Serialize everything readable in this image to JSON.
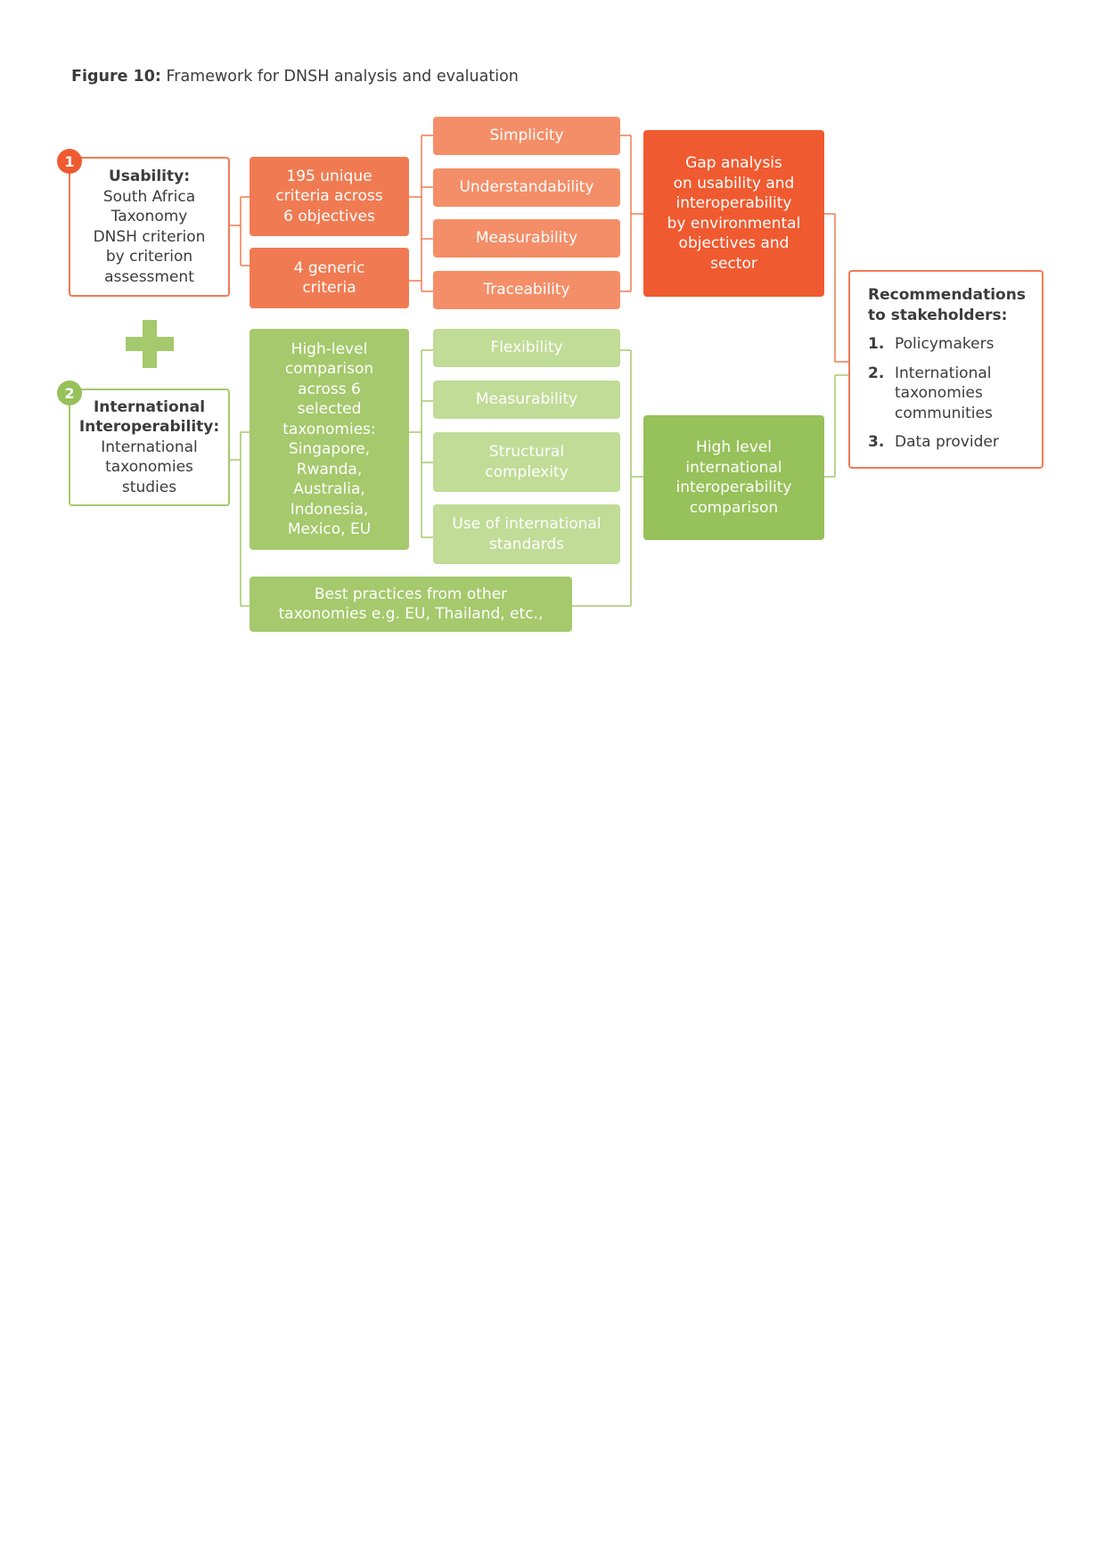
{
  "figure": {
    "label": "Figure 10:",
    "caption": "Framework for DNSH analysis and evaluation"
  },
  "usability": {
    "badge": "1",
    "heading": "Usability:",
    "lines": [
      "South Africa",
      "Taxonomy",
      "DNSH criterion",
      "by criterion",
      "assessment"
    ]
  },
  "interop": {
    "badge": "2",
    "heading_lines": [
      "International",
      "Interoperability:"
    ],
    "lines": [
      "International",
      "taxonomies",
      "studies"
    ]
  },
  "criteria_unique": {
    "lines": [
      "195 unique",
      "criteria across",
      "6 objectives"
    ]
  },
  "criteria_generic": {
    "lines": [
      "4 generic",
      "criteria"
    ]
  },
  "orange_attributes": [
    "Simplicity",
    "Understandability",
    "Measurability",
    "Traceability"
  ],
  "gap_analysis": {
    "lines": [
      "Gap analysis",
      "on usability and",
      "interoperability",
      "by environmental",
      "objectives and",
      "sector"
    ]
  },
  "high_level_comparison": {
    "lines": [
      "High-level",
      "comparison",
      "across 6",
      "selected",
      "taxonomies:",
      "Singapore,",
      "Rwanda,",
      "Australia,",
      "Indonesia,",
      "Mexico, EU"
    ]
  },
  "green_attributes": [
    {
      "lines": [
        "Flexibility"
      ]
    },
    {
      "lines": [
        "Measurability"
      ]
    },
    {
      "lines": [
        "Structural",
        "complexity"
      ]
    },
    {
      "lines": [
        "Use of international",
        "standards"
      ]
    }
  ],
  "best_practices": {
    "lines": [
      "Best practices from other",
      "taxonomies e.g. EU, Thailand, etc.,"
    ]
  },
  "interop_comparison": {
    "lines": [
      "High level",
      "international",
      "interoperability",
      "comparison"
    ]
  },
  "recommendations": {
    "heading_lines": [
      "Recommendations",
      "to stakeholders:"
    ],
    "items": [
      {
        "num": "1.",
        "lines": [
          "Policymakers"
        ]
      },
      {
        "num": "2.",
        "lines": [
          "International",
          "taxonomies",
          "communities"
        ]
      },
      {
        "num": "3.",
        "lines": [
          "Data provider"
        ]
      }
    ]
  },
  "colors": {
    "orange": "#f07b52",
    "orange_light": "#f48e68",
    "orange_dark": "#f05a30",
    "green": "#a5c96c",
    "green_light": "#c0dc97",
    "green_dark": "#97c15a"
  }
}
